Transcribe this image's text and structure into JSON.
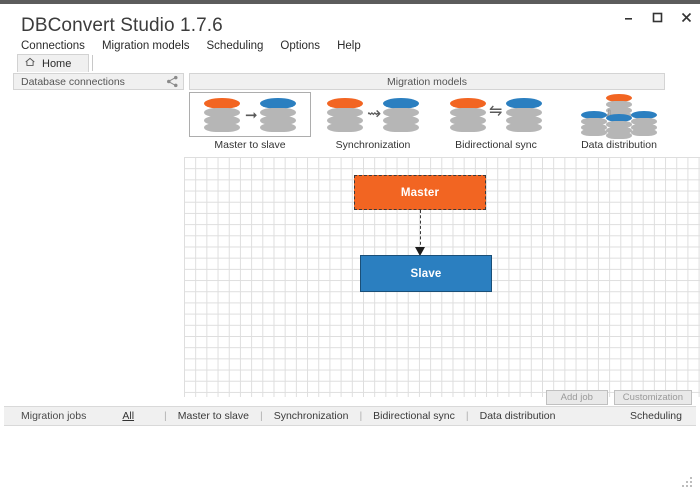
{
  "window": {
    "title": "DBConvert Studio 1.7.6",
    "controls": [
      {
        "name": "minimize",
        "glyph": "—"
      },
      {
        "name": "maximize",
        "glyph": "❐"
      },
      {
        "name": "close",
        "glyph": "✕"
      }
    ]
  },
  "menu": {
    "items": [
      {
        "label": "Connections"
      },
      {
        "label": "Migration models"
      },
      {
        "label": "Scheduling"
      },
      {
        "label": "Options"
      },
      {
        "label": "Help"
      }
    ]
  },
  "tabs": [
    {
      "label": "Home",
      "icon": "home-icon",
      "active": true
    }
  ],
  "left_panel": {
    "header": "Database connections",
    "header_icon": "share-nodes-icon"
  },
  "models_panel": {
    "header": "Migration models",
    "cards": [
      {
        "label": "Master to slave",
        "icon": "master-to-slave-icon",
        "selected": true
      },
      {
        "label": "Synchronization",
        "icon": "synchronization-icon",
        "selected": false
      },
      {
        "label": "Bidirectional sync",
        "icon": "bidirectional-sync-icon",
        "selected": false
      },
      {
        "label": "Data distribution",
        "icon": "data-distribution-icon",
        "selected": false
      }
    ]
  },
  "canvas": {
    "nodes": [
      {
        "id": "master",
        "label": "Master",
        "color": "#f26522",
        "selected": true
      },
      {
        "id": "slave",
        "label": "Slave",
        "color": "#2b7fc0",
        "selected": false
      }
    ],
    "edges": [
      {
        "from": "master",
        "to": "slave",
        "style": "dashed",
        "arrow": "down"
      }
    ]
  },
  "actions": {
    "add_job": "Add job",
    "customization": "Customization"
  },
  "statusbar": {
    "title": "Migration jobs",
    "all_label": "All",
    "links": [
      {
        "label": "Master to slave"
      },
      {
        "label": "Synchronization"
      },
      {
        "label": "Bidirectional sync"
      },
      {
        "label": "Data distribution"
      }
    ],
    "right_label": "Scheduling"
  },
  "colors": {
    "accent_orange": "#f26522",
    "accent_blue": "#2b7fc0",
    "db_gray": "#b6b6b6",
    "chrome_gray": "#f0f0f0"
  }
}
